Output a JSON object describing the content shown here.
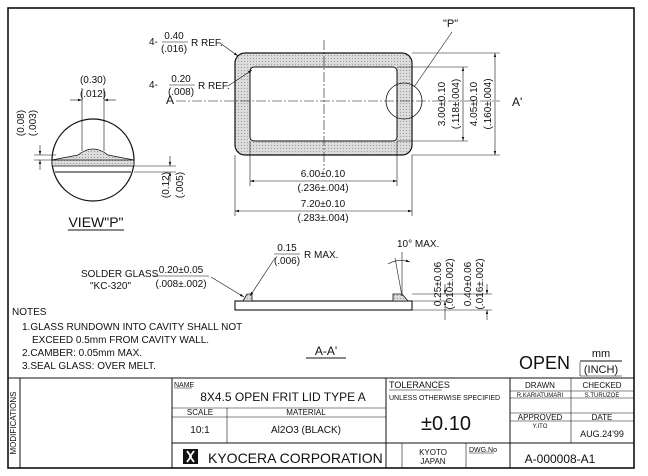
{
  "view_p": {
    "label": "VIEW\"P\"",
    "dim_top": "(0.30)",
    "dim_top_in": "(.012)",
    "dim_left": "(0.08)",
    "dim_left_in": "(.003)",
    "dim_bot": "(0.12)",
    "dim_bot_in": "(.005)"
  },
  "plan_view": {
    "corner_outer": "4-",
    "corner_outer_val": "0.40",
    "corner_outer_in": "(.016)",
    "corner_outer_suffix": "R REF.",
    "corner_inner": "4-",
    "corner_inner_val": "0.20",
    "corner_inner_in": "(.008)",
    "corner_inner_suffix": "R REF.",
    "section_a": "A",
    "section_a2": "A'",
    "detail_p": "\"P\"",
    "w_inner": "6.00±0.10",
    "w_inner_in": "(.236±.004)",
    "w_outer": "7.20±0.10",
    "w_outer_in": "(.283±.004)",
    "h_inner": "3.00±0.10",
    "h_inner_in": "(.118±.004)",
    "h_outer": "4.05±0.10",
    "h_outer_in": "(.160±.004)"
  },
  "section_view": {
    "r_max": "0.15",
    "r_max_in": "(.006)",
    "r_max_suffix": "R MAX.",
    "angle": "10° MAX.",
    "solder_label": "SOLDER GLASS",
    "solder_type": "\"KC-320\"",
    "solder_t": "0.20±0.05",
    "solder_t_in": "(.008±.002)",
    "glass_h": "0.25±0.06",
    "glass_h_in": "(.010±.002)",
    "total_h": "0.40±0.06",
    "total_h_in": "(.016±.002)",
    "caption": "A-A'"
  },
  "notes": {
    "title": "NOTES",
    "lines": [
      "1.GLASS RUNDOWN INTO CAVITY SHALL NOT",
      "EXCEED 0.5mm FROM CAVITY WALL.",
      "2.CAMBER: 0.05mm MAX.",
      "3.SEAL GLASS: OVER MELT."
    ]
  },
  "status": "OPEN",
  "units": {
    "top": "mm",
    "bottom": "(INCH)"
  },
  "title_block": {
    "modifications": "MODIFICATIONS",
    "name_label": "NAME",
    "name": "8X4.5 OPEN FRIT LID TYPE A",
    "scale_label": "SCALE",
    "scale": "10:1",
    "material_label": "MATERIAL",
    "material": "Al2O3 (BLACK)",
    "tol_label": "TOLERANCES",
    "tol_sub": "UNLESS OTHERWISE SPECIFIED",
    "tol_value": "±0.10",
    "drawn_label": "DRAWN",
    "drawn": "R.KARIATUMARI",
    "checked_label": "CHECKED",
    "checked": "S.TURUZOE",
    "approved_label": "APPROVED",
    "approved": "Y.ITO",
    "date_label": "DATE",
    "date": "AUG.24'99",
    "company": "KYOCERA CORPORATION",
    "location": "KYOTO",
    "country": "JAPAN",
    "dwg_label": "DWG.No",
    "dwg_no": "A-000008-A1"
  }
}
